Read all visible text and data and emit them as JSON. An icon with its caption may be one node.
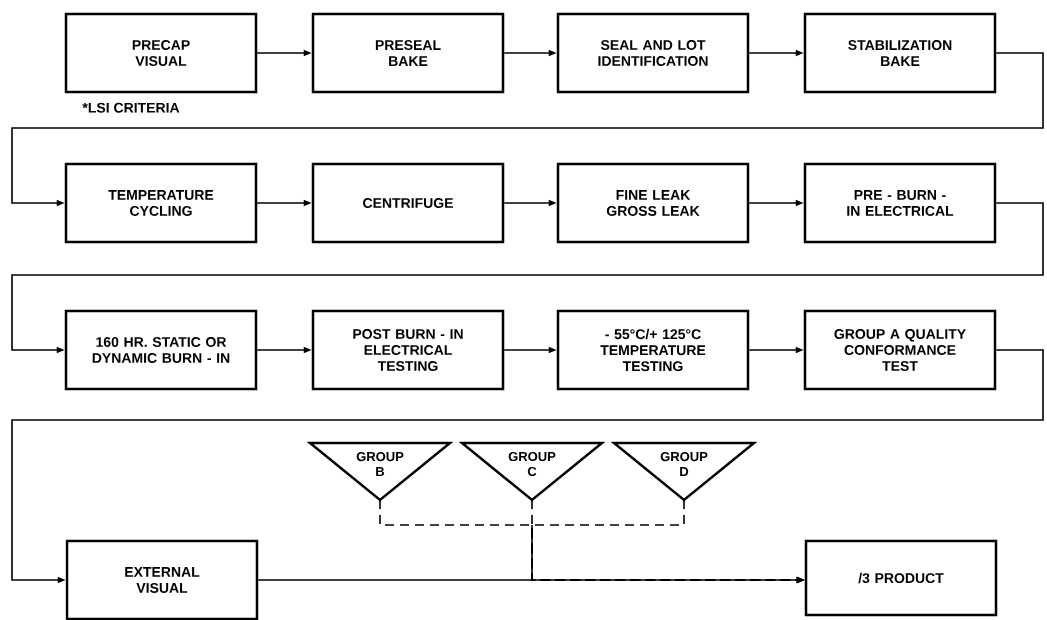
{
  "diagram": {
    "nodes": [
      {
        "text": [
          "PRECAP VISUAL"
        ],
        "beside": [
          "*LSI CRITERIA"
        ]
      },
      {
        "text": [
          "PRESEAL BAKE"
        ]
      },
      {
        "text": [
          "SEAL AND LOT IDENTIFICATION"
        ]
      },
      {
        "text": [
          "STABILIZATION BAKE"
        ]
      },
      {
        "text": [
          "TEMPERATURE CYCLING"
        ]
      },
      {
        "text": [
          "CENTRIFUGE"
        ]
      },
      {
        "text": [
          "FINE LEAK GROSS LEAK"
        ]
      },
      {
        "text": [
          "PRE - BURN - IN ELECTRICAL"
        ]
      },
      {
        "text": [
          "160 HR. STATIC OR DYNAMIC BURN - IN"
        ]
      },
      {
        "text": [
          "POST BURN - IN ELECTRICAL TESTING"
        ]
      },
      {
        "text": [
          "- 55°C/+ 125°C TEMPERATURE TESTING"
        ]
      },
      {
        "text": [
          "GROUP A QUALITY CONFORMANCE TEST"
        ]
      },
      {
        "text": [
          "EXTERNAL VISUAL"
        ]
      },
      {
        "text": [
          "GROUP B"
        ]
      },
      {
        "text": [
          "GROUP C"
        ]
      },
      {
        "text": [
          "GROUP D"
        ]
      },
      {
        "text": [
          "/3 PRODUCT"
        ]
      }
    ],
    "edges": [
      {
        "from": 0,
        "to": 1,
        "arrow": "to"
      },
      {
        "from": 1,
        "to": 2,
        "arrow": "to"
      },
      {
        "from": 2,
        "to": 3,
        "arrow": "to"
      },
      {
        "from": 3,
        "to": 4,
        "arrow": "to"
      },
      {
        "from": 4,
        "to": 5,
        "arrow": "to"
      },
      {
        "from": 5,
        "to": 6,
        "arrow": "to"
      },
      {
        "from": 6,
        "to": 7,
        "arrow": "to"
      },
      {
        "from": 7,
        "to": 8,
        "arrow": "to"
      },
      {
        "from": 8,
        "to": 9,
        "arrow": "to"
      },
      {
        "from": 9,
        "to": 10,
        "arrow": "to"
      },
      {
        "from": 10,
        "to": 11,
        "arrow": "to"
      },
      {
        "from": 11,
        "to": 12,
        "arrow": "to"
      },
      {
        "from": 12,
        "to": 16,
        "arrow": "to"
      },
      {
        "from": 13,
        "to": 16,
        "arrow": "to",
        "style": "dashed"
      },
      {
        "from": 14,
        "to": 16,
        "arrow": "to",
        "style": "dashed"
      },
      {
        "from": 15,
        "to": 16,
        "arrow": "to",
        "style": "dashed"
      }
    ]
  }
}
